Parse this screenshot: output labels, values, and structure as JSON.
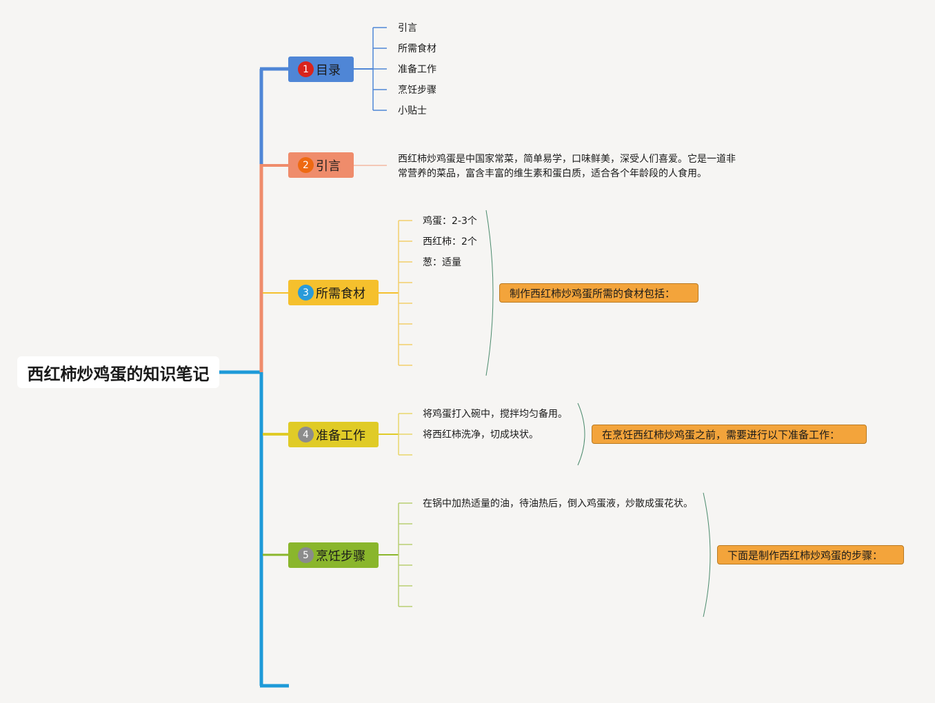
{
  "root": {
    "title": "西红柿炒鸡蛋的知识笔记"
  },
  "topics": [
    {
      "number": "1",
      "label": "目录",
      "color": "#4f86d6",
      "badge_color": "#d9241c",
      "children": [
        "引言",
        "所需食材",
        "准备工作",
        "烹饪步骤",
        "小贴士"
      ]
    },
    {
      "number": "2",
      "label": "引言",
      "color": "#ef8c6b",
      "badge_color": "#ee6a12",
      "text": "西红柿炒鸡蛋是中国家常菜，简单易学，口味鲜美，深受人们喜爱。它是一道非常营养的菜品，富含丰富的维生素和蛋白质，适合各个年龄段的人食用。"
    },
    {
      "number": "3",
      "label": "所需食材",
      "color": "#f5c02d",
      "badge_color": "#2a9bd9",
      "children": [
        "鸡蛋：2-3个",
        "西红柿：2个",
        "葱：适量"
      ],
      "summary": "制作西红柿炒鸡蛋所需的食材包括："
    },
    {
      "number": "4",
      "label": "准备工作",
      "color": "#e0cb27",
      "badge_color": "#8c8c8c",
      "children": [
        "将鸡蛋打入碗中，搅拌均匀备用。",
        "将西红柿洗净，切成块状。"
      ],
      "summary": "在烹饪西红柿炒鸡蛋之前，需要进行以下准备工作："
    },
    {
      "number": "5",
      "label": "烹饪步骤",
      "color": "#8ab62c",
      "badge_color": "#8c8c8c",
      "children": [
        "在锅中加热适量的油，待油热后，倒入鸡蛋液，炒散成蛋花状。"
      ],
      "summary": "下面是制作西红柿炒鸡蛋的步骤："
    }
  ],
  "colors": {
    "background": "#f6f5f3",
    "trunk": "#1e9ad8",
    "summary_fill": "#f3a43b",
    "bracket": "#4a8a6c"
  }
}
